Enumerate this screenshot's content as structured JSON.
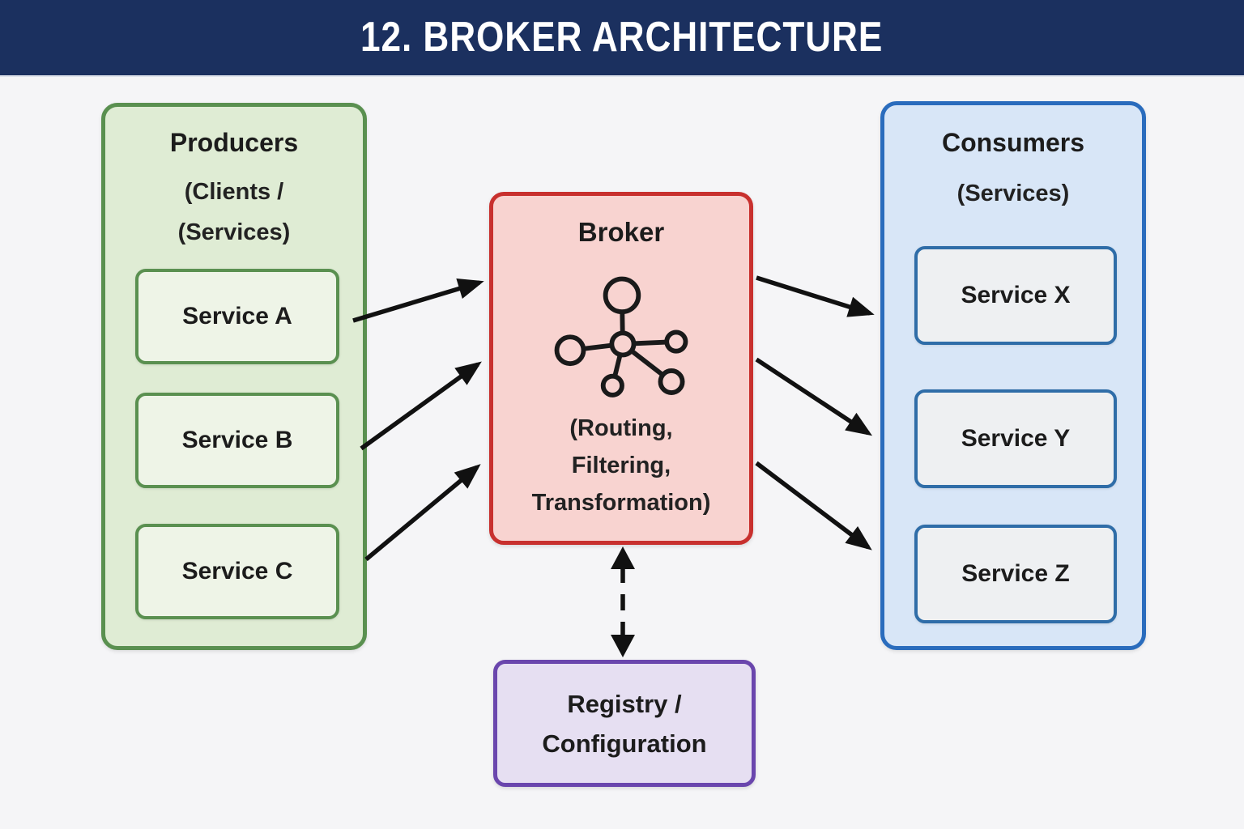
{
  "header": {
    "title": "12. BROKER ARCHITECTURE"
  },
  "producers": {
    "title": "Producers",
    "subtitle_line1": "(Clients /",
    "subtitle_line2": "(Services)",
    "services": [
      {
        "label": "Service A"
      },
      {
        "label": "Service B"
      },
      {
        "label": "Service C"
      }
    ]
  },
  "broker": {
    "title": "Broker",
    "icon": "network-hub-icon",
    "caption_line1": "(Routing,",
    "caption_line2": "Filtering,",
    "caption_line3": "Transformation)"
  },
  "consumers": {
    "title": "Consumers",
    "subtitle": "(Services)",
    "services": [
      {
        "label": "Service X"
      },
      {
        "label": "Service Y"
      },
      {
        "label": "Service Z"
      }
    ]
  },
  "registry": {
    "title_line1": "Registry /",
    "title_line2": "Configuration"
  },
  "colors": {
    "header_bg": "#1b305f",
    "header_text": "#ffffff",
    "canvas_bg": "#f5f5f7",
    "producers_fill": "#dfecd4",
    "producers_border": "#5a9050",
    "producer_item_fill": "#eef4e7",
    "broker_fill": "#f8d3d0",
    "broker_border": "#c8302e",
    "consumers_fill": "#d8e6f7",
    "consumers_border": "#2a6cbd",
    "consumer_item_fill": "#eef0f2",
    "consumer_item_border": "#2f6da8",
    "registry_fill": "#e6dff2",
    "registry_border": "#6a46ad",
    "arrow_color": "#111111",
    "text_color": "#1e1e1e"
  }
}
